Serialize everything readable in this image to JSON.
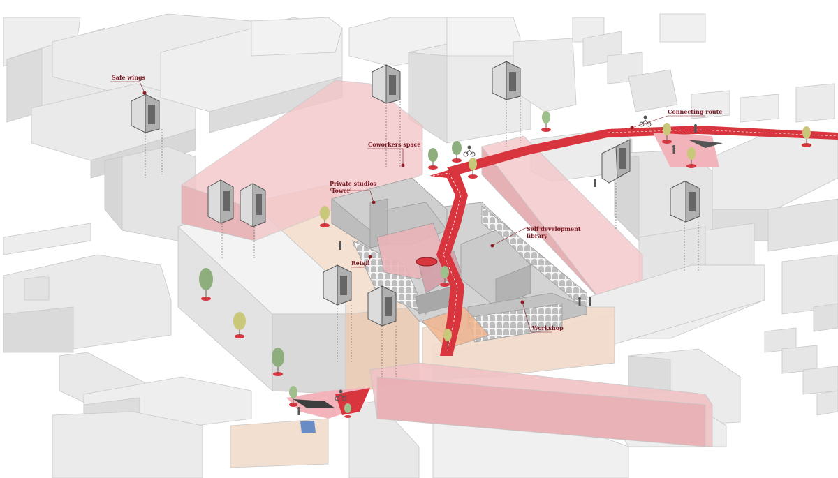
{
  "labels": {
    "safe_wings": "Safe wings",
    "coworkers_space": "Coworkers space",
    "private_studios_line1": "Private studios",
    "private_studios_line2": "'Tower'",
    "retail": "Retail",
    "self_dev_line1": "Self development",
    "self_dev_line2": "library",
    "workshop": "Workshop",
    "connecting_route": "Connecting route"
  },
  "colors": {
    "route_red": "#d9353f",
    "label_red": "#7a1620",
    "pink_volume": "#f0c2c4",
    "peach_volume": "#f2d6c2",
    "grey_block": "#e6e6e6",
    "grey_block_side": "#d4d4d4"
  },
  "icons": [
    "tree-icon",
    "pedestrian-icon",
    "cyclist-icon",
    "house-module-icon",
    "marker-dot-icon"
  ]
}
